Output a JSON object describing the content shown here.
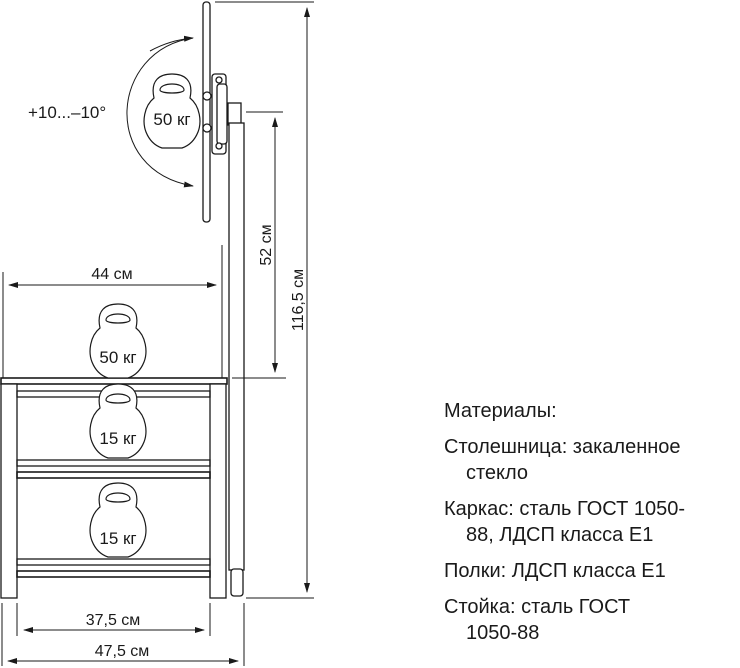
{
  "tilt_label": "+10...–10°",
  "dimensions": {
    "total_height": "116,5 см",
    "pole_height": "52 см",
    "top_width": "44 см",
    "inner_width": "37,5 см",
    "total_width": "47,5 см"
  },
  "loads": {
    "tv_mount": "50 кг",
    "top_shelf": "50 кг",
    "middle_shelf": "15 кг",
    "bottom_shelf": "15 кг"
  },
  "materials": {
    "title": "Материалы:",
    "items": [
      {
        "line1": "Столешница: закаленное",
        "line2": "стекло"
      },
      {
        "line1": "Каркас: сталь ГОСТ 1050-",
        "line2": "88, ЛДСП класса Е1"
      },
      {
        "line1": "Полки: ЛДСП класса Е1",
        "line2": ""
      },
      {
        "line1": "Стойка: сталь ГОСТ",
        "line2": "1050-88"
      }
    ]
  }
}
